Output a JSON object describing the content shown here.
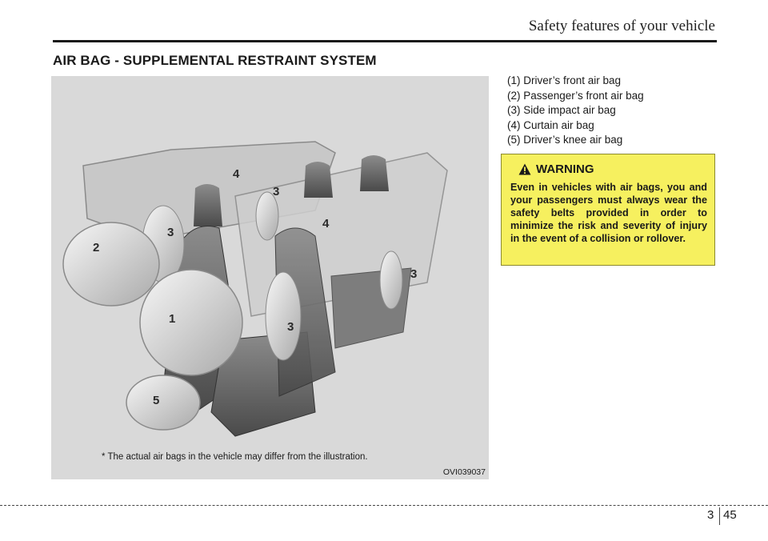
{
  "header": {
    "title": "Safety features of your vehicle"
  },
  "section": {
    "title": "AIR BAG - SUPPLEMENTAL RESTRAINT SYSTEM"
  },
  "figure": {
    "note": "* The actual air bags in the vehicle may differ from the illustration.",
    "code": "OVI039037",
    "callouts": [
      "1",
      "2",
      "3",
      "4",
      "5"
    ]
  },
  "legend": [
    "(1) Driver’s front air bag",
    "(2) Passenger’s front air bag",
    "(3) Side impact air bag",
    "(4) Curtain air bag",
    "(5) Driver’s knee air bag"
  ],
  "warning": {
    "title": "WARNING",
    "body": "Even in vehicles with air bags, you and your passengers must always wear the safety belts provided in order to minimize the risk and severity of injury in the event of a collision or rollover."
  },
  "footer": {
    "chapter": "3",
    "page": "45"
  }
}
